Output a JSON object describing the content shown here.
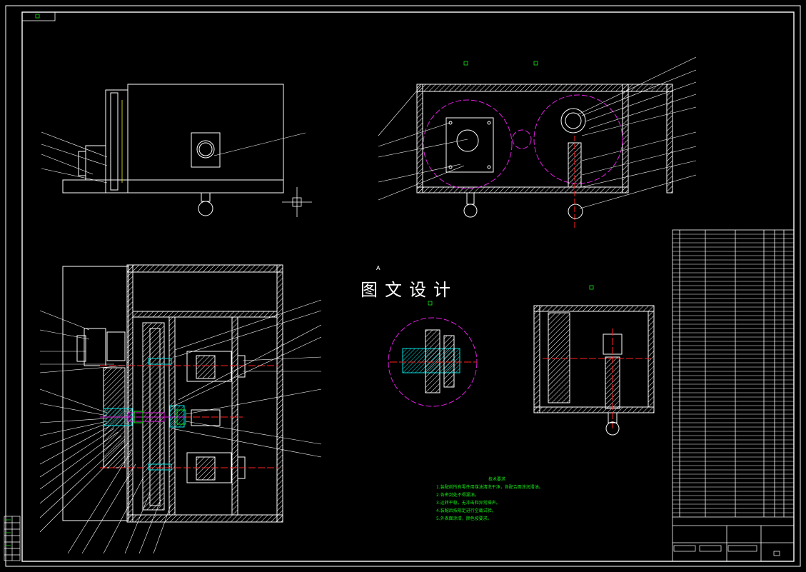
{
  "watermark": "图文设计",
  "section_mark": "A",
  "technical_notes": {
    "title": "技术要求",
    "lines": [
      "1.装配前所有零件用煤油清洗干净，各配合面涂润滑油。",
      "2.各密封处不得漏油。",
      "3.运转平稳，无冲击和异常噪声。",
      "4.装配后按规定进行空载试验。",
      "5.外表面涂漆，颜色按要求。"
    ]
  },
  "colors": {
    "background": "#000000",
    "outline": "#ffffff",
    "centerline": "#ff2020",
    "hatch": "#ffffff",
    "magenta": "#e020e0",
    "cyan": "#00e0e0",
    "green": "#18e818",
    "yellow": "#f0f020"
  }
}
